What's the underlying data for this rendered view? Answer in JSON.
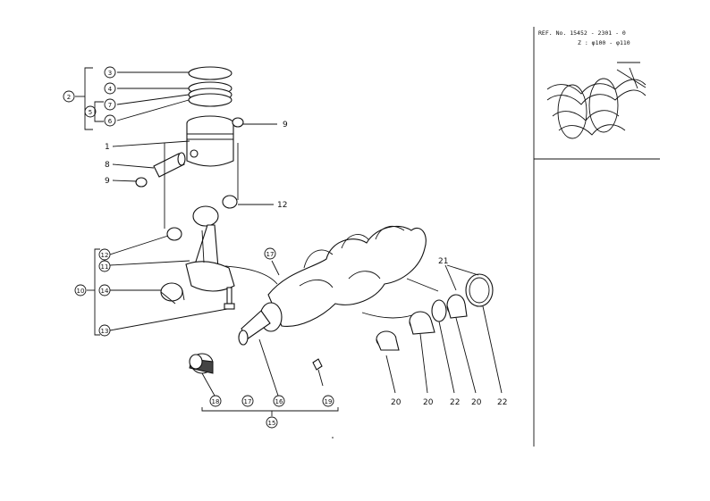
{
  "reference": {
    "ref_text": "REF. No. 15452 - 2301 - 0",
    "size_note": "Z : φ100 - φ110"
  },
  "callouts": [
    {
      "id": "c3",
      "text": "3",
      "circled": true
    },
    {
      "id": "c2",
      "text": "2",
      "circled": true
    },
    {
      "id": "c4",
      "text": "4",
      "circled": true
    },
    {
      "id": "c7",
      "text": "7",
      "circled": true
    },
    {
      "id": "c5",
      "text": "5",
      "circled": true
    },
    {
      "id": "c6",
      "text": "6",
      "circled": true
    },
    {
      "id": "c9a",
      "text": "9",
      "circled": false
    },
    {
      "id": "c1",
      "text": "1",
      "circled": false
    },
    {
      "id": "c8",
      "text": "8",
      "circled": false
    },
    {
      "id": "c9b",
      "text": "9",
      "circled": false
    },
    {
      "id": "c12a",
      "text": "12",
      "circled": false
    },
    {
      "id": "c12b",
      "text": "12",
      "circled": true
    },
    {
      "id": "c17a",
      "text": "17",
      "circled": true
    },
    {
      "id": "c11",
      "text": "11",
      "circled": true
    },
    {
      "id": "c10",
      "text": "10",
      "circled": true
    },
    {
      "id": "c14",
      "text": "14",
      "circled": true
    },
    {
      "id": "c13",
      "text": "13",
      "circled": true
    },
    {
      "id": "c21",
      "text": "21",
      "circled": false
    },
    {
      "id": "c20a",
      "text": "20",
      "circled": false
    },
    {
      "id": "c20b",
      "text": "20",
      "circled": false
    },
    {
      "id": "c22a",
      "text": "22",
      "circled": false
    },
    {
      "id": "c20c",
      "text": "20",
      "circled": false
    },
    {
      "id": "c22b",
      "text": "22",
      "circled": false
    },
    {
      "id": "c18a",
      "text": "18",
      "circled": true
    },
    {
      "id": "c17b",
      "text": "17",
      "circled": true
    },
    {
      "id": "c16",
      "text": "16",
      "circled": true
    },
    {
      "id": "c19",
      "text": "19",
      "circled": true
    },
    {
      "id": "c15",
      "text": "15",
      "circled": true
    }
  ],
  "parts": [
    {
      "name": "piston-ring-3"
    },
    {
      "name": "piston-ring-4"
    },
    {
      "name": "piston-ring-7"
    },
    {
      "name": "oil-ring-6"
    },
    {
      "name": "piston-1"
    },
    {
      "name": "piston-pin-8"
    },
    {
      "name": "circlip-9"
    },
    {
      "name": "small-end-bushing-12"
    },
    {
      "name": "connecting-rod-11"
    },
    {
      "name": "rod-bearing-14"
    },
    {
      "name": "rod-bolt-13"
    },
    {
      "name": "crankshaft-16"
    },
    {
      "name": "crank-gear-18"
    },
    {
      "name": "woodruff-key-19"
    },
    {
      "name": "main-bearing-20"
    },
    {
      "name": "thrust-washer-22"
    }
  ],
  "colors": {
    "ink": "#111111",
    "paper": "#ffffff"
  }
}
